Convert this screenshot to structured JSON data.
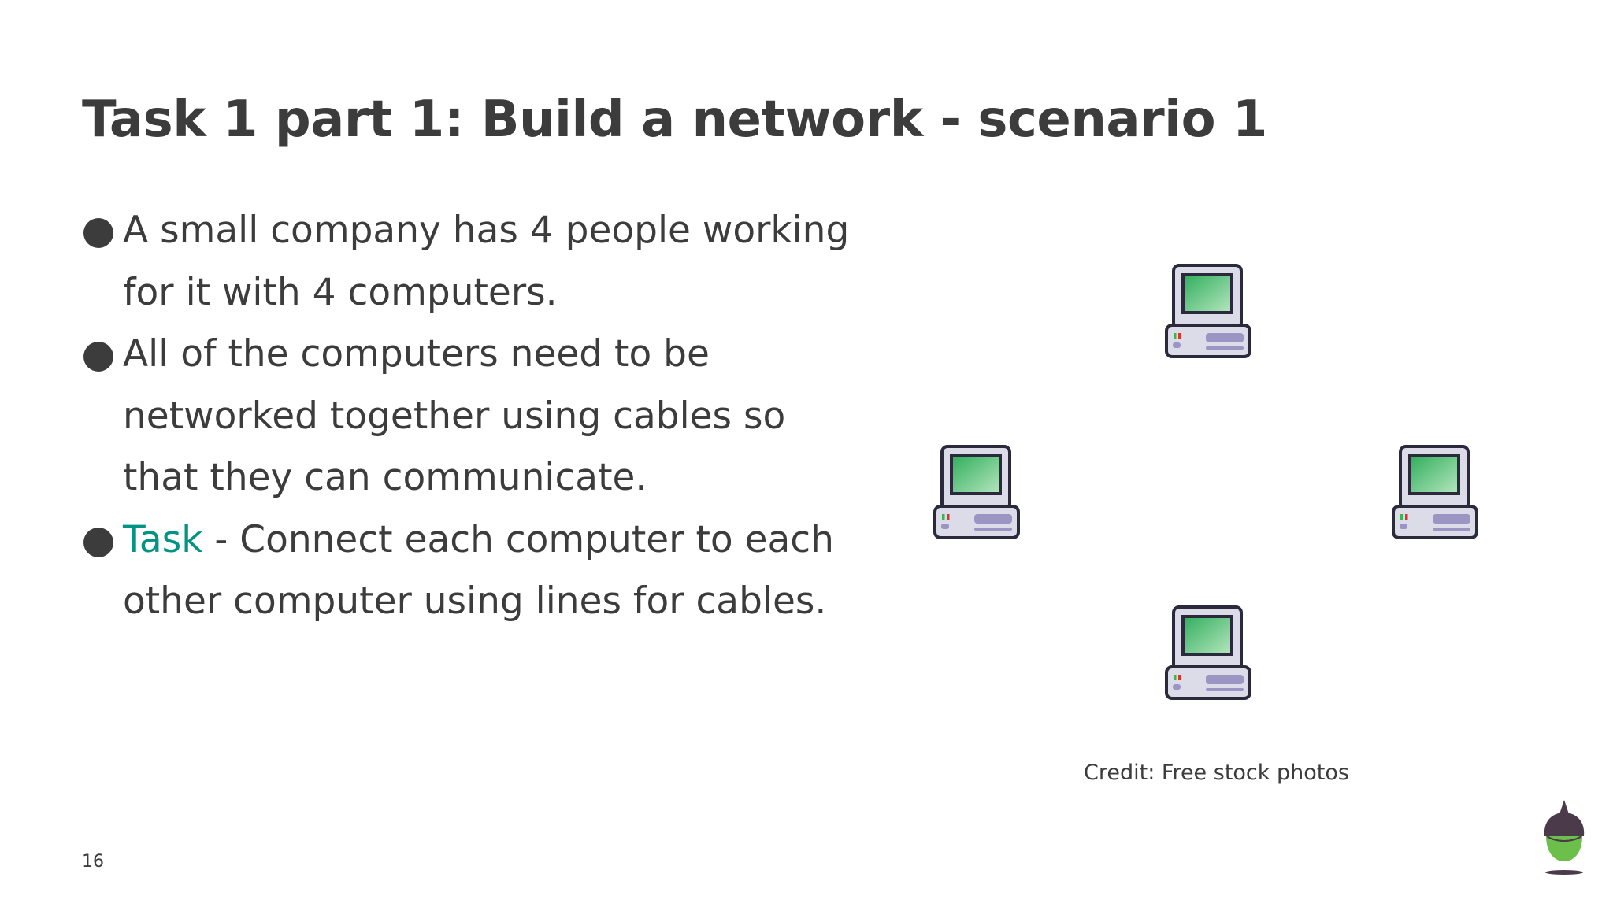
{
  "slide": {
    "title": "Task 1 part 1: Build a network - scenario 1",
    "bullets": [
      {
        "text": "A small company has 4 people working for it with 4 computers."
      },
      {
        "text": "All of the computers need to be networked together using cables so that they can communicate."
      },
      {
        "highlight": "Task",
        "text": " - Connect each computer to each other computer using lines for cables."
      }
    ],
    "credit": "Credit:  Free stock photos",
    "page_number": "16"
  },
  "icons": {
    "computer": "desktop-computer-icon",
    "logo": "acorn-logo-icon"
  },
  "colors": {
    "text": "#3c3c3c",
    "accent": "#009485",
    "screen_green": "#3db86b",
    "case": "#dcdbe8",
    "drive": "#9b95c4",
    "logo_cap": "#4a3a4a",
    "logo_nut": "#6cbf4b"
  }
}
